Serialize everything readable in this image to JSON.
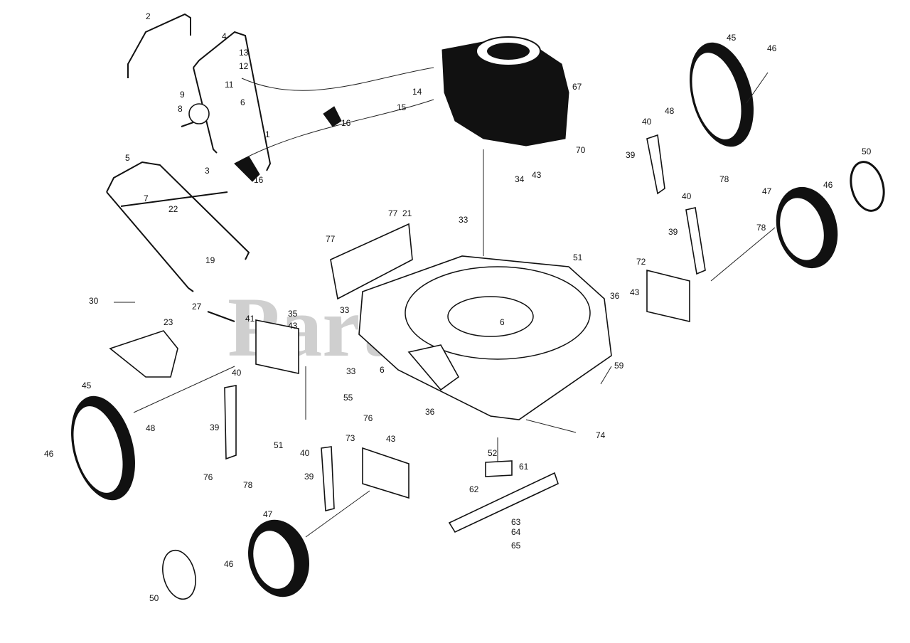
{
  "watermark": "PartsTree",
  "callouts": [
    {
      "id": "c2",
      "text": "2"
    },
    {
      "id": "c4",
      "text": "4"
    },
    {
      "id": "c13",
      "text": "13"
    },
    {
      "id": "c12",
      "text": "12"
    },
    {
      "id": "c11",
      "text": "11"
    },
    {
      "id": "c6a",
      "text": "6"
    },
    {
      "id": "c9",
      "text": "9"
    },
    {
      "id": "c8",
      "text": "8"
    },
    {
      "id": "c1",
      "text": "1"
    },
    {
      "id": "c16a",
      "text": "16"
    },
    {
      "id": "c16b",
      "text": "16"
    },
    {
      "id": "c3",
      "text": "3"
    },
    {
      "id": "c14",
      "text": "14"
    },
    {
      "id": "c15",
      "text": "15"
    },
    {
      "id": "c67",
      "text": "67"
    },
    {
      "id": "c45a",
      "text": "45"
    },
    {
      "id": "c46a",
      "text": "46"
    },
    {
      "id": "c48a",
      "text": "48"
    },
    {
      "id": "c40a",
      "text": "40"
    },
    {
      "id": "c39a",
      "text": "39"
    },
    {
      "id": "c70",
      "text": "70"
    },
    {
      "id": "c78a",
      "text": "78"
    },
    {
      "id": "c50a",
      "text": "50"
    },
    {
      "id": "c46b",
      "text": "46"
    },
    {
      "id": "c47a",
      "text": "47"
    },
    {
      "id": "c78b",
      "text": "78"
    },
    {
      "id": "c40b",
      "text": "40"
    },
    {
      "id": "c39b",
      "text": "39"
    },
    {
      "id": "c5",
      "text": "5"
    },
    {
      "id": "c7",
      "text": "7"
    },
    {
      "id": "c22",
      "text": "22"
    },
    {
      "id": "c19",
      "text": "19"
    },
    {
      "id": "c30",
      "text": "30"
    },
    {
      "id": "c27",
      "text": "27"
    },
    {
      "id": "c23",
      "text": "23"
    },
    {
      "id": "c77a",
      "text": "77"
    },
    {
      "id": "c21",
      "text": "21"
    },
    {
      "id": "c77b",
      "text": "77"
    },
    {
      "id": "c34",
      "text": "34"
    },
    {
      "id": "c43a",
      "text": "43"
    },
    {
      "id": "c33a",
      "text": "33"
    },
    {
      "id": "c51a",
      "text": "51"
    },
    {
      "id": "c72",
      "text": "72"
    },
    {
      "id": "c36a",
      "text": "36"
    },
    {
      "id": "c43b",
      "text": "43"
    },
    {
      "id": "c6b",
      "text": "6"
    },
    {
      "id": "c35",
      "text": "35"
    },
    {
      "id": "c33b",
      "text": "33"
    },
    {
      "id": "c41",
      "text": "41"
    },
    {
      "id": "c43c",
      "text": "43"
    },
    {
      "id": "c6c",
      "text": "6"
    },
    {
      "id": "c33c",
      "text": "33"
    },
    {
      "id": "c55",
      "text": "55"
    },
    {
      "id": "c76a",
      "text": "76"
    },
    {
      "id": "c59",
      "text": "59"
    },
    {
      "id": "c45b",
      "text": "45"
    },
    {
      "id": "c48b",
      "text": "48"
    },
    {
      "id": "c40c",
      "text": "40"
    },
    {
      "id": "c39c",
      "text": "39"
    },
    {
      "id": "c51b",
      "text": "51"
    },
    {
      "id": "c76b",
      "text": "76"
    },
    {
      "id": "c46c",
      "text": "46"
    },
    {
      "id": "c36b",
      "text": "36"
    },
    {
      "id": "c74",
      "text": "74"
    },
    {
      "id": "c73",
      "text": "73"
    },
    {
      "id": "c43d",
      "text": "43"
    },
    {
      "id": "c40d",
      "text": "40"
    },
    {
      "id": "c39d",
      "text": "39"
    },
    {
      "id": "c52",
      "text": "52"
    },
    {
      "id": "c61",
      "text": "61"
    },
    {
      "id": "c62",
      "text": "62"
    },
    {
      "id": "c78c",
      "text": "78"
    },
    {
      "id": "c63",
      "text": "63"
    },
    {
      "id": "c64",
      "text": "64"
    },
    {
      "id": "c65",
      "text": "65"
    },
    {
      "id": "c47b",
      "text": "47"
    },
    {
      "id": "c46d",
      "text": "46"
    },
    {
      "id": "c50b",
      "text": "50"
    }
  ]
}
